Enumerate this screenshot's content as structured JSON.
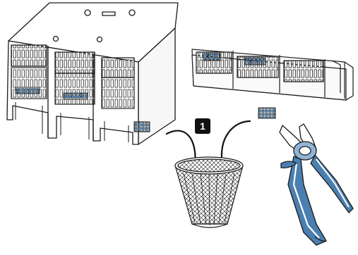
{
  "step": {
    "number": "1"
  },
  "colors": {
    "line": "#1a1a1a",
    "fill": "#ffffff",
    "accent": "#4a7fb0",
    "accent_light": "#8fb4d6",
    "badge_bg": "#111111",
    "badge_text": "#ffffff"
  },
  "parts": [
    {
      "name": "terminal-cover-housing",
      "icon": "terminal-cover"
    },
    {
      "name": "terminal-cover-strip",
      "icon": "cover-strip"
    },
    {
      "name": "knockout-piece",
      "icon": "knockout-tab"
    },
    {
      "name": "waste-basket",
      "icon": "basket-icon"
    },
    {
      "name": "side-cutter-pliers",
      "icon": "pliers-icon"
    }
  ]
}
